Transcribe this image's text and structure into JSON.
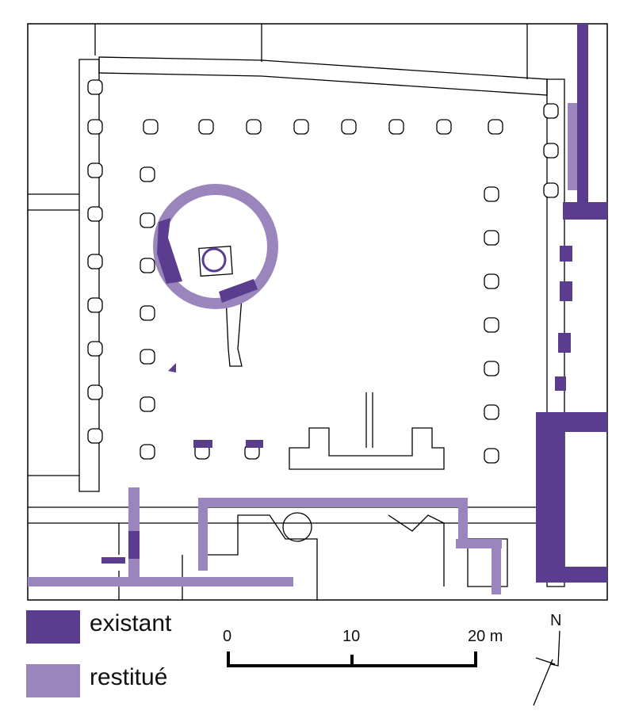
{
  "colors": {
    "existant": "#5b3d8f",
    "restitue": "#9a85bd",
    "outline": "#000000"
  },
  "legend": [
    {
      "label": "existant",
      "color": "#5b3d8f"
    },
    {
      "label": "restitué",
      "color": "#9a85bd"
    }
  ],
  "scale_bar": {
    "ticks": [
      "0",
      "10",
      "20 m"
    ],
    "length_m": 20
  },
  "north_arrow": {
    "label": "N"
  }
}
